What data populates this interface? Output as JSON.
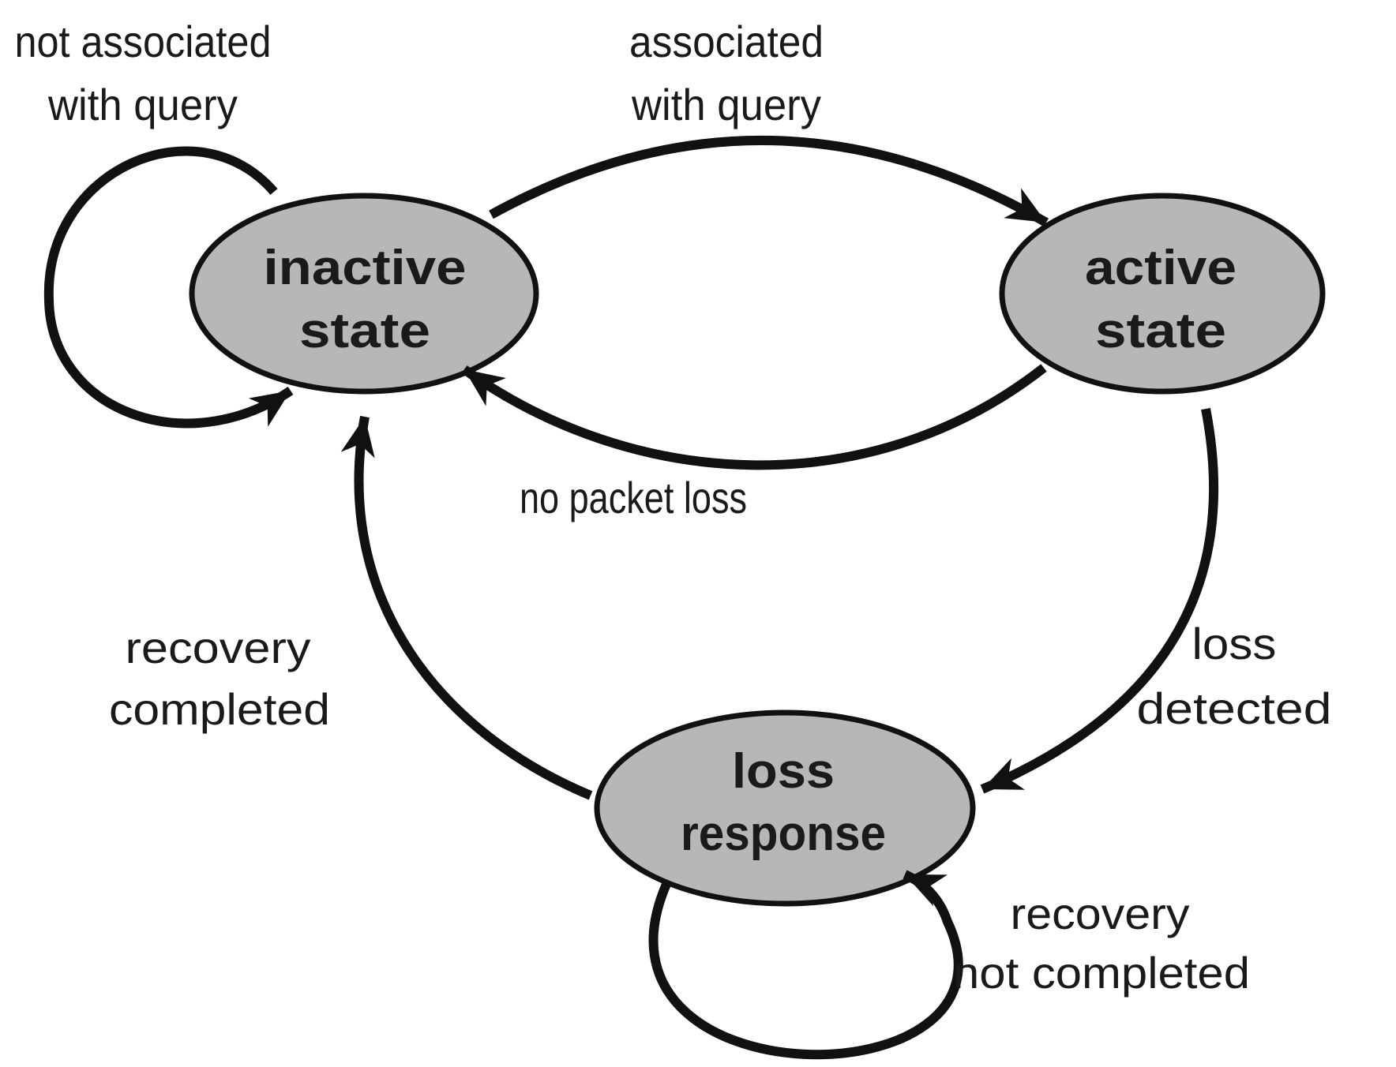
{
  "diagram": {
    "type": "state-machine",
    "background_color": "#ffffff",
    "node_fill_color": "#b7b7b7",
    "node_stroke_color": "#111111",
    "edge_color": "#111111",
    "text_color": "#1a1a1a",
    "states": {
      "inactive": {
        "line1": "inactive",
        "line2": "state"
      },
      "active": {
        "line1": "active",
        "line2": "state"
      },
      "loss_response": {
        "line1": "loss",
        "line2": "response"
      }
    },
    "transitions": {
      "not_associated": {
        "from": "inactive",
        "to": "inactive",
        "line1": "not associated",
        "line2": "with query"
      },
      "associated": {
        "from": "inactive",
        "to": "active",
        "line1": "associated",
        "line2": "with query"
      },
      "no_packet_loss": {
        "from": "active",
        "to": "inactive",
        "label": "no packet loss"
      },
      "loss_detected": {
        "from": "active",
        "to": "loss_response",
        "line1": "loss",
        "line2": "detected"
      },
      "recovery_completed": {
        "from": "loss_response",
        "to": "inactive",
        "line1": "recovery",
        "line2": "completed"
      },
      "recovery_not_completed": {
        "from": "loss_response",
        "to": "loss_response",
        "line1": "recovery",
        "line2": "not completed"
      }
    }
  }
}
